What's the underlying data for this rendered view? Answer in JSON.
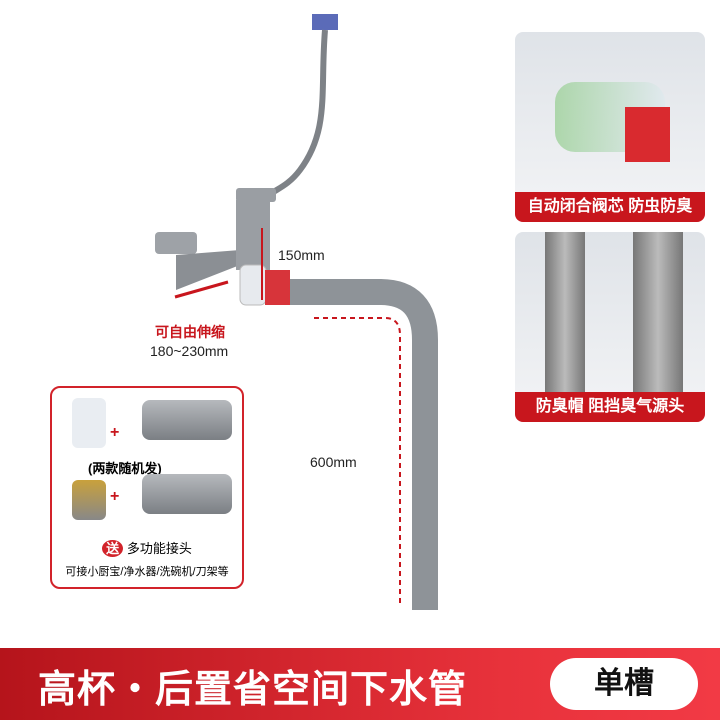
{
  "product_labels": {
    "height": "150mm",
    "adjustable_label": "可自由伸缩",
    "adjustable_range": "180~230mm",
    "hose_length": "600mm"
  },
  "feature_panels": [
    {
      "caption": "自动闭合阀芯 防虫防臭"
    },
    {
      "caption": "防臭帽 阻挡臭气源头"
    }
  ],
  "accessory_box": {
    "note": "(两款随机发)",
    "gift_badge": "送",
    "gift_title": "多功能接头",
    "gift_desc": "可接小厨宝/净水器/洗碗机/刀架等"
  },
  "banner": {
    "title": "高杯・后置省空间下水管",
    "variant": "单槽"
  },
  "colors": {
    "accent": "#c8161d"
  }
}
